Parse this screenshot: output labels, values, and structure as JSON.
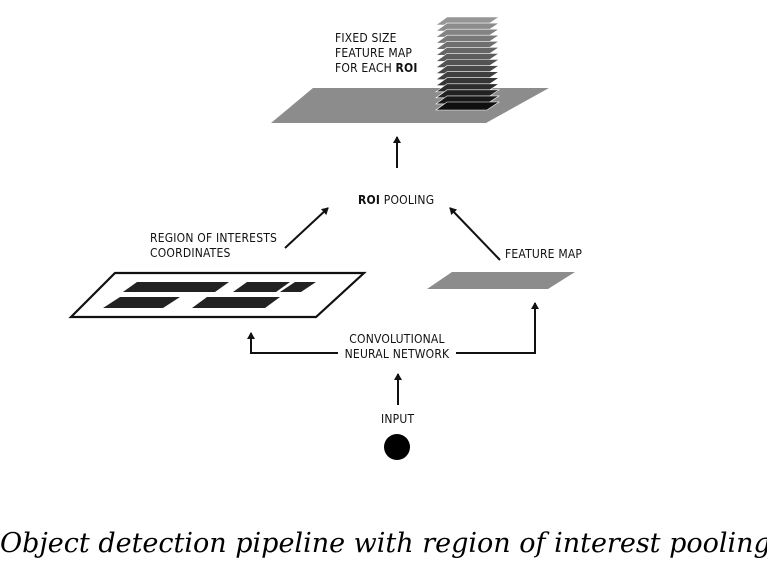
{
  "labels": {
    "fixed_size_line1": "FIXED SIZE",
    "fixed_size_line2": "FEATURE MAP",
    "fixed_size_line3_prefix": "FOR EACH ",
    "fixed_size_line3_bold": "ROI",
    "roi_pooling_bold": "ROI",
    "roi_pooling_rest": " POOLING",
    "region_line1": "REGION OF INTERESTS",
    "region_line2": "COORDINATES",
    "feature_map": "FEATURE MAP",
    "cnn_line1": "CONVOLUTIONAL",
    "cnn_line2": "NEURAL NETWORK",
    "input": "INPUT"
  },
  "caption": "Object detection pipeline with region of interest pooling",
  "colors": {
    "plane_gray": "#8c8c8c",
    "dark_rect": "#222222",
    "arrow": "#111111"
  },
  "stack_layers": 15
}
